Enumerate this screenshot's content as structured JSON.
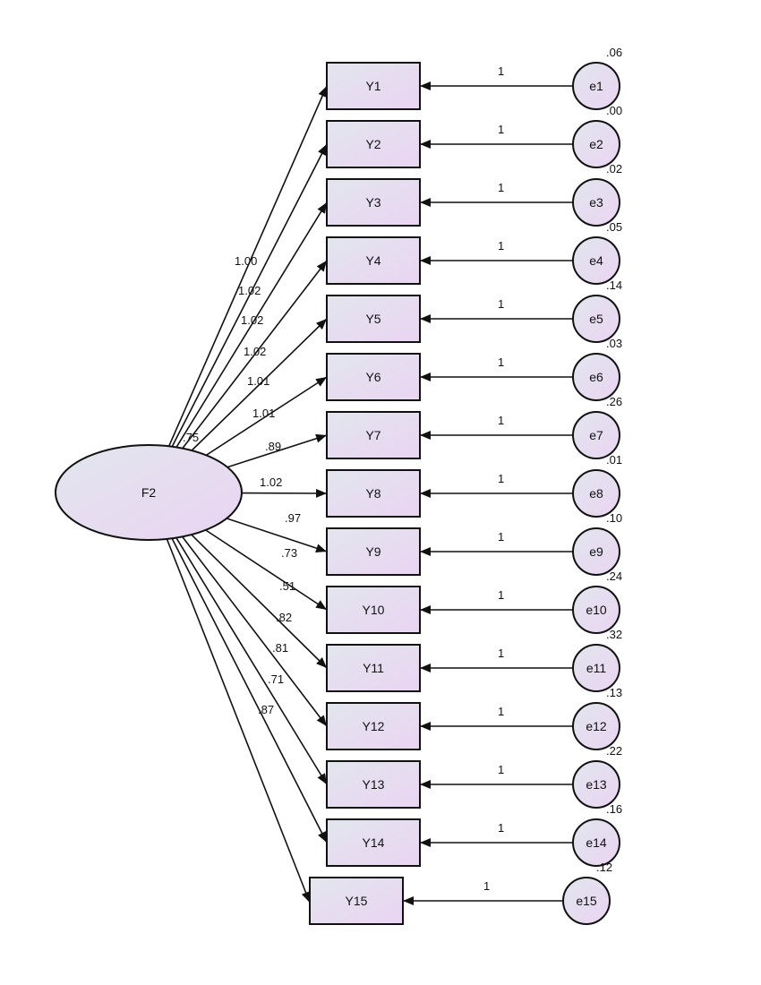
{
  "diagram": {
    "type": "sem-path-diagram",
    "latent": {
      "name": "F2",
      "variance": ".75"
    },
    "indicators": [
      {
        "name": "Y1",
        "loading": "1.00",
        "error": "e1",
        "error_variance": ".06",
        "error_path": "1"
      },
      {
        "name": "Y2",
        "loading": "1.02",
        "error": "e2",
        "error_variance": ".00",
        "error_path": "1"
      },
      {
        "name": "Y3",
        "loading": "1.02",
        "error": "e3",
        "error_variance": ".02",
        "error_path": "1"
      },
      {
        "name": "Y4",
        "loading": "1.02",
        "error": "e4",
        "error_variance": ".05",
        "error_path": "1"
      },
      {
        "name": "Y5",
        "loading": "1.01",
        "error": "e5",
        "error_variance": ".14",
        "error_path": "1"
      },
      {
        "name": "Y6",
        "loading": "1.01",
        "error": "e6",
        "error_variance": ".03",
        "error_path": "1"
      },
      {
        "name": "Y7",
        "loading": ".89",
        "error": "e7",
        "error_variance": ".26",
        "error_path": "1"
      },
      {
        "name": "Y8",
        "loading": "1.02",
        "error": "e8",
        "error_variance": ".01",
        "error_path": "1"
      },
      {
        "name": "Y9",
        "loading": ".97",
        "error": "e9",
        "error_variance": ".10",
        "error_path": "1"
      },
      {
        "name": "Y10",
        "loading": ".73",
        "error": "e10",
        "error_variance": ".24",
        "error_path": "1"
      },
      {
        "name": "Y11",
        "loading": ".51",
        "error": "e11",
        "error_variance": ".32",
        "error_path": "1"
      },
      {
        "name": "Y12",
        "loading": ".82",
        "error": "e12",
        "error_variance": ".13",
        "error_path": "1"
      },
      {
        "name": "Y13",
        "loading": ".81",
        "error": "e13",
        "error_variance": ".22",
        "error_path": "1"
      },
      {
        "name": "Y14",
        "loading": ".71",
        "error": "e14",
        "error_variance": ".16",
        "error_path": "1"
      },
      {
        "name": "Y15",
        "loading": ".87",
        "error": "e15",
        "error_variance": ".12",
        "error_path": "1"
      }
    ],
    "colors": {
      "fill_start": "#e2e6ee",
      "fill_end": "#ead4f2",
      "stroke": "#111111"
    }
  }
}
